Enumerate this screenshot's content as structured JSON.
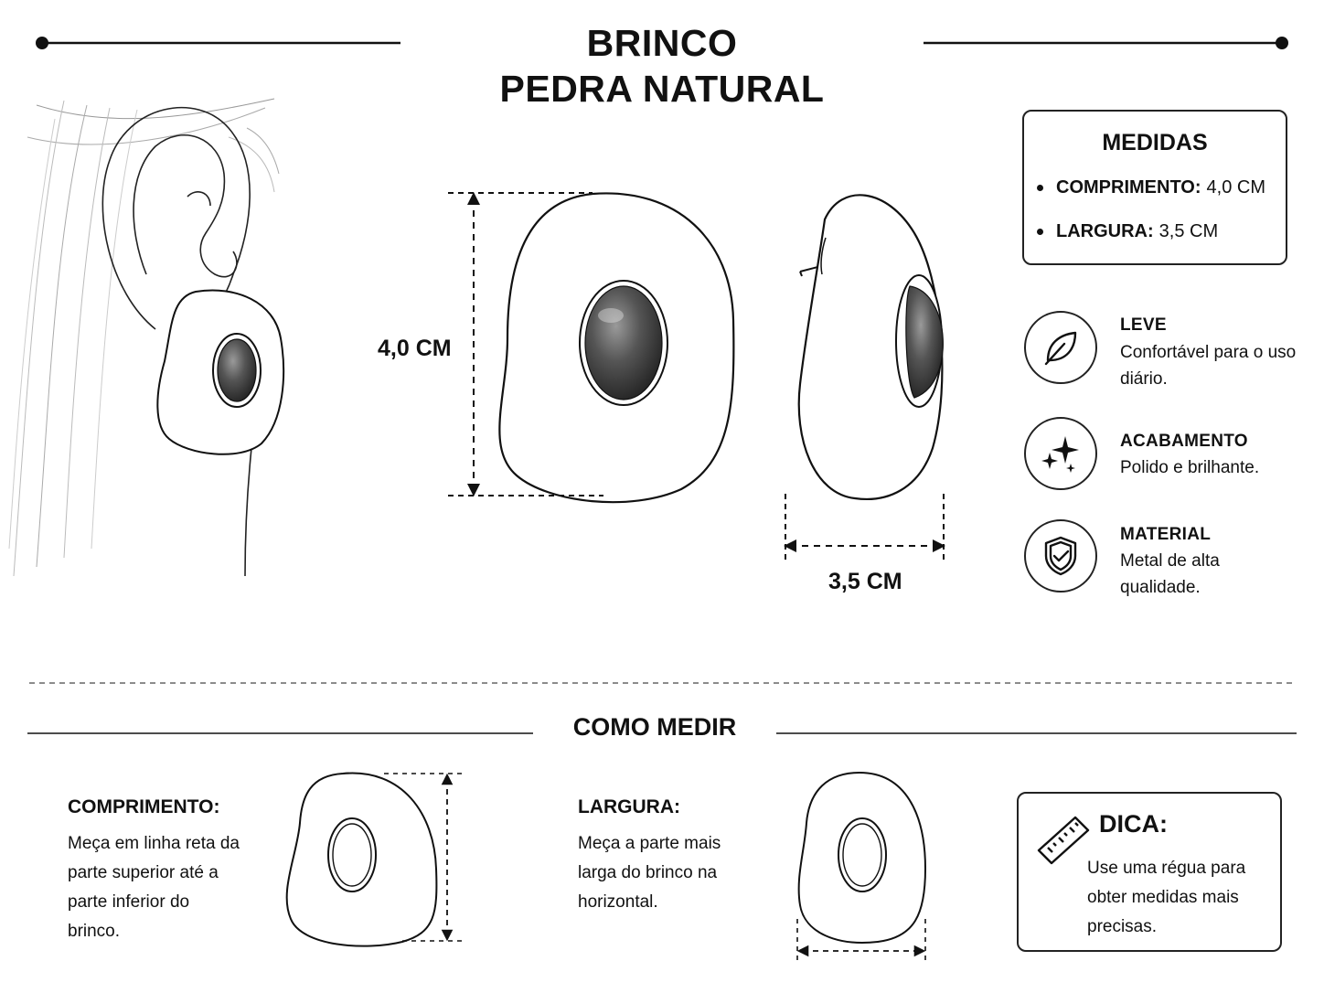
{
  "header": {
    "title_line1": "BRINCO",
    "title_line2": "PEDRA NATURAL"
  },
  "dimensions": {
    "height_label": "4,0 CM",
    "width_label": "3,5 CM"
  },
  "medidas": {
    "title": "MEDIDAS",
    "items": [
      {
        "key": "COMPRIMENTO:",
        "value": "4,0 CM"
      },
      {
        "key": "LARGURA:",
        "value": "3,5 CM"
      }
    ]
  },
  "features": [
    {
      "icon": "leaf-icon",
      "title": "LEVE",
      "desc": "Confortável para o uso diário."
    },
    {
      "icon": "sparkles-icon",
      "title": "ACABAMENTO",
      "desc": "Polido e brilhante."
    },
    {
      "icon": "shield-check-icon",
      "title": "MATERIAL",
      "desc": "Metal de alta qualidade."
    }
  ],
  "como_medir": {
    "title": "COMO MEDIR",
    "comprimento": {
      "title": "COMPRIMENTO:",
      "desc": "Meça em linha reta da parte superior até a parte inferior do brinco."
    },
    "largura": {
      "title": "LARGURA:",
      "desc": "Meça a parte mais larga do brinco na horizontal."
    }
  },
  "dica": {
    "icon": "ruler-icon",
    "title": "DICA:",
    "desc": "Use uma régua para obter medidas mais precisas."
  },
  "colors": {
    "ink": "#111111",
    "stone": "#4a4a4a",
    "background": "#ffffff"
  }
}
